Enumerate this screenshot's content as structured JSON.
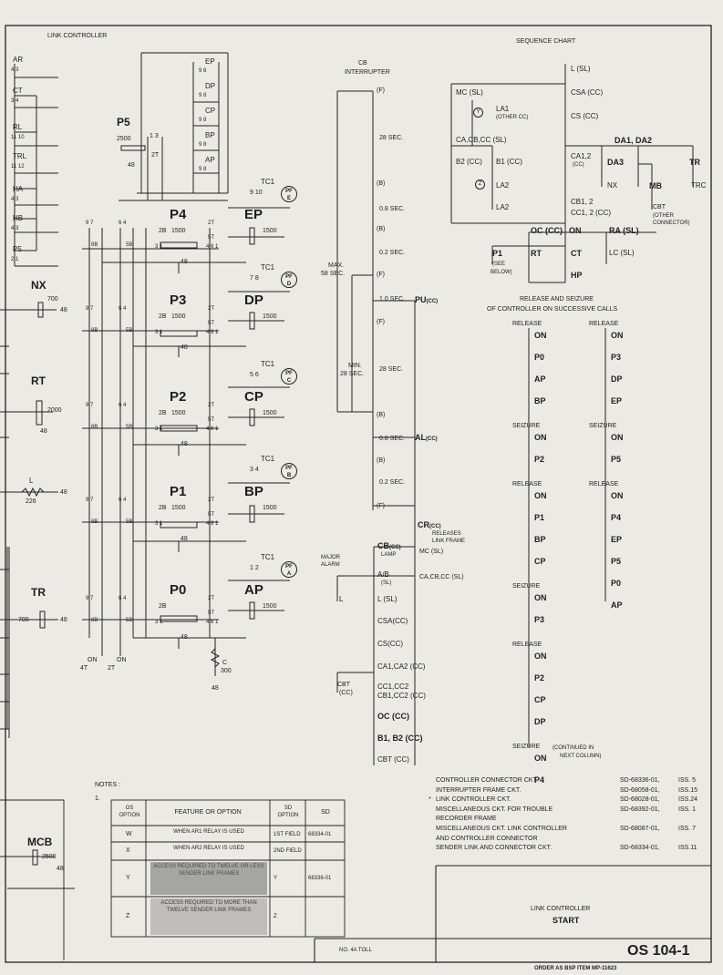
{
  "diagram": {
    "sections": {
      "link_controller": "LINK CONTROLLER",
      "cb_interrupter": [
        "CB",
        "INTERRUPTER"
      ],
      "sequence_chart": "SEQUENCE CHART"
    },
    "left_relays": [
      {
        "name": "AR",
        "contacts": "4  3"
      },
      {
        "name": "CT",
        "contacts": "3  4"
      },
      {
        "name": "RL",
        "contacts": "11  10"
      },
      {
        "name": "TRL",
        "contacts": "11  12"
      },
      {
        "name": "HA",
        "contacts": "4  3"
      },
      {
        "name": "HB",
        "contacts": "4  3"
      },
      {
        "name": "P5",
        "contacts": "2  1"
      }
    ],
    "left_side_relays": [
      {
        "name": "NX",
        "value": "700",
        "terminal": "48"
      },
      {
        "name": "RT",
        "value": "2000",
        "terminal": "48"
      },
      {
        "name": "L",
        "value": "226",
        "terminal": "48"
      },
      {
        "name": "TR",
        "value": "700",
        "terminal": "48"
      },
      {
        "name": "MCB",
        "value": "2500",
        "terminal": "48"
      }
    ],
    "top_stack": [
      "EP",
      "DP",
      "CP",
      "BP",
      "AP"
    ],
    "stack_contacts": "9  8",
    "p5": {
      "name": "P5",
      "value": "2500",
      "contacts": "1  3",
      "coil": "2T",
      "terminal": "48"
    },
    "p_relays": [
      {
        "name": "P4",
        "value": "1500",
        "out": "EP",
        "tc": "TC1",
        "tc_contacts": "9  10",
        "pf": "PF",
        "pf_sub": "E"
      },
      {
        "name": "P3",
        "value": "1500",
        "out": "DP",
        "tc": "TC1",
        "tc_contacts": "7  8",
        "pf": "PF",
        "pf_sub": "D"
      },
      {
        "name": "P2",
        "value": "1500",
        "out": "CP",
        "tc": "TC1",
        "tc_contacts": "5  6",
        "pf": "PF",
        "pf_sub": "C"
      },
      {
        "name": "P1",
        "value": "1500",
        "out": "BP",
        "tc": "TC1",
        "tc_contacts": "3  4",
        "pf": "PF",
        "pf_sub": "B"
      },
      {
        "name": "P0",
        "value": "",
        "out": "AP",
        "tc": "TC1",
        "tc_contacts": "1  2",
        "pf": "PF",
        "pf_sub": "A"
      }
    ],
    "relay_misc": {
      "c_value": "300",
      "c_label": "C",
      "on_label": "ON",
      "terminal": "48",
      "labels_2t": "2T",
      "labels_5t": "5T",
      "labels_2b": "2B",
      "labels_8b": "8B",
      "labels_5b": "5B",
      "labels_4t": "4T",
      "contacts_97": "9  7",
      "contacts_64": "6  4",
      "bottom_3": "3 1",
      "bottom_4": "4 6 1",
      "bottom_3_alt": "1 3"
    },
    "interrupter": [
      {
        "label": "(F)"
      },
      {
        "label": "28 SEC."
      },
      {
        "label": "(B)"
      },
      {
        "label": "0.8 SEC."
      },
      {
        "label": "(B)"
      },
      {
        "label": "0.2 SEC."
      },
      {
        "label": "(F)"
      },
      {
        "label": "1.0 SEC."
      },
      {
        "label": "(F)"
      },
      {
        "label": "28 SEC."
      },
      {
        "label": "(B)"
      },
      {
        "label": "0.8 SEC."
      },
      {
        "label": "(B)"
      },
      {
        "label": "0.2 SEC."
      },
      {
        "label": "(F)"
      }
    ],
    "interrupter_limits": {
      "max": "MAX.",
      "max_val": "58 SEC.",
      "min": "MIN.",
      "min_val": "28 SEC."
    },
    "interrupter_outputs": {
      "pu": "PU",
      "pu_sub": "(CC)",
      "al": "AL",
      "al_sub": "(CC)"
    },
    "release_chain": {
      "cr": "CR",
      "cr_sub": "(CC)",
      "cr_note": [
        "RELEASES",
        "LINK FRAME"
      ],
      "cb_lamp": "CB",
      "cb_sub": "(CC)",
      "lamp": "LAMP",
      "major_alarm": [
        "MAJOR",
        "ALARM"
      ],
      "mc": "MC (SL)",
      "ab": "A/B",
      "ab_sub": "(SL)",
      "ab_right": "CA,CB,CC (SL)",
      "l_left": "L",
      "chain": [
        "L (SL)",
        "CSA(CC)",
        "CS(CC)",
        "CA1,CA2 (CC)",
        "CC1,CC2",
        "CB1,CC2 (CC)",
        "OC (CC)",
        "B1, B2 (CC)",
        "CBT (CC)"
      ],
      "cbt_left": [
        "CBT",
        "(CC)"
      ]
    },
    "sequence": {
      "items_top": [
        "L (SL)",
        "CSA (CC)",
        "CS (CC)"
      ],
      "mc": "MC (SL)",
      "la1": [
        "LA1",
        "(OTHER CC)"
      ],
      "y_mark": "Y",
      "z_mark": "Z",
      "ca": "CA,CB,CC (SL)",
      "b2": "B2 (CC)",
      "b1": "B1 (CC)",
      "la2a": "LA2",
      "la2b": "LA2",
      "ca12": [
        "CA1,2",
        "(CC)"
      ],
      "da12": "DA1, DA2",
      "da3": "DA3",
      "tr": "TR",
      "nx": "NX",
      "mb": "MB",
      "trc": "TRC",
      "cbt": [
        "CBT",
        "(OTHER",
        "CONNECTOR)"
      ],
      "cb12": [
        "CB1, 2",
        "CC1, 2 (CC)"
      ],
      "oc": "OC (CC)",
      "on": "ON",
      "ra": "RA (SL)",
      "p1": "P1",
      "rt": "RT",
      "ct": "CT",
      "lc": "LC (SL)",
      "see_below": [
        "(SEE",
        "BELOW)"
      ],
      "hp": "HP"
    },
    "release_seizure": {
      "title": [
        "RELEASE AND SEIZURE",
        "OF CONTROLLER ON SUCCESSIVE CALLS"
      ],
      "col1": [
        {
          "head": "RELEASE",
          "items": [
            "ON",
            "P0",
            "AP",
            "BP"
          ]
        },
        {
          "head": "SEIZURE",
          "items": [
            "ON",
            "P2"
          ]
        },
        {
          "head": "RELEASE",
          "items": [
            "ON",
            "P1",
            "BP",
            "CP"
          ]
        },
        {
          "head": "SEIZURE",
          "items": [
            "ON",
            "P3"
          ]
        },
        {
          "head": "RELEASE",
          "items": [
            "ON",
            "P2",
            "CP",
            "DP"
          ]
        },
        {
          "head": "SEIZURE",
          "items": [
            "ON",
            "P4"
          ]
        }
      ],
      "col2": [
        {
          "head": "RELEASE",
          "items": [
            "ON",
            "P3",
            "DP",
            "EP"
          ]
        },
        {
          "head": "SEIZURE",
          "items": [
            "ON",
            "P5"
          ]
        },
        {
          "head": "RELEASE",
          "items": [
            "ON",
            "P4",
            "EP",
            "P5",
            "P0",
            "AP"
          ]
        }
      ],
      "continued": [
        "(CONTINUED IN",
        "NEXT COLUMN)"
      ]
    }
  },
  "notes": {
    "title": "NOTES :",
    "number": "1.",
    "headers": [
      "OS OPTION",
      "FEATURE OR OPTION",
      "SD OPTION",
      "SD"
    ],
    "rows": [
      {
        "option": "W",
        "feature": "WHEN AR1 RELAY IS USED",
        "sd_option": "1ST FIELD",
        "sd": "68334-01"
      },
      {
        "option": "X",
        "feature": "WHEN AR2 RELAY IS USED",
        "sd_option": "2ND FIELD",
        "sd": ""
      },
      {
        "option": "Y",
        "feature": "ACCESS REQUIRED TO TWELVE OR LESS SENDER LINK FRAMES",
        "sd_option": "Y",
        "sd": "68336-01"
      },
      {
        "option": "Z",
        "feature": "ACCESS REQUIRED TO MORE THAN TWELVE SENDER LINK FRAMES",
        "sd_option": "Z",
        "sd": ""
      }
    ]
  },
  "references": [
    {
      "name": "CONTROLLER CONNECTOR CKT.",
      "sd": "SD-68336-01,",
      "iss": "ISS. 5",
      "star": ""
    },
    {
      "name": "INTERRUPTER FRAME CKT.",
      "sd": "SD-68058-01,",
      "iss": "ISS.15",
      "star": ""
    },
    {
      "name": "LINK CONTROLLER CKT.",
      "sd": "SD-68028-01,",
      "iss": "ISS.24",
      "star": "*"
    },
    {
      "name": "MISCELLANEOUS CKT. FOR TROUBLE",
      "sd": "SD-68392-01,",
      "iss": "ISS. 1",
      "star": ""
    },
    {
      "name": "RECORDER FRAME",
      "sd": "",
      "iss": "",
      "star": ""
    },
    {
      "name": "MISCELLANEOUS CKT. LINK CONTROLLER",
      "sd": "SD-68087-01,",
      "iss": "ISS. 7",
      "star": ""
    },
    {
      "name": "AND CONTROLLER CONNECTOR",
      "sd": "",
      "iss": "",
      "star": ""
    },
    {
      "name": "SENDER LINK AND CONNECTOR CKT.",
      "sd": "SD-68334-01,",
      "iss": "ISS.11",
      "star": ""
    }
  ],
  "title_block": {
    "line1": "LINK CONTROLLER",
    "line2": "START",
    "drawing_number": "OS 104-1",
    "toll": "NO. 4A TOLL",
    "order": "ORDER AS BSP ITEM MP-11623"
  }
}
